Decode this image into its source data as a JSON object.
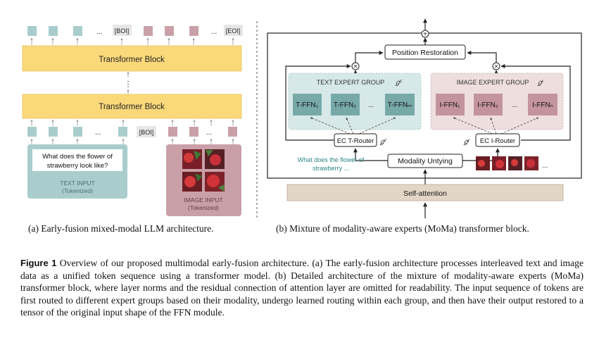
{
  "left": {
    "bottom_boi": "[BOI]",
    "top_boi": "[BOI]",
    "top_eoi": "[EOI]",
    "ellipsis": "...",
    "tblock_upper": "Transformer Block",
    "tblock_lower": "Transformer Block",
    "vdots": "⋮",
    "question_line1": "What does the flower of",
    "question_line2": "strawberry look like?",
    "text_input_line1": "TEXT INPUT",
    "text_input_line2": "(Tokenized)",
    "image_input_line1": "IMAGE INPUT",
    "image_input_line2": "(Tokenized)",
    "caption": "(a) Early-fusion mixed-modal LLM architecture."
  },
  "right": {
    "plus_symbol": "+",
    "times_symbol": "×",
    "position_restoration": "Position Restoration",
    "text_group_title": "TEXT EXPERT GROUP",
    "text_group_symbol": "𝑔ᵀ",
    "image_group_title": "IMAGE EXPERT GROUP",
    "image_group_symbol": "𝑔ᴵ",
    "tffn1": "T-FFN₁",
    "tffn2": "T-FFN₂",
    "tffnm": "T-FFNₘ",
    "iffn1": "I-FFN₁",
    "iffn2": "I-FFN₂",
    "iffnn": "I-FFNₙ",
    "ellipsis": "...",
    "t_router": "EC T-Router",
    "i_router": "EC I-Router",
    "t_router_symbol": "𝑔ᵀ",
    "i_router_symbol": "𝑔ᴵ",
    "text_query_line1": "What does the flower of",
    "text_query_line2": "strawberry ...",
    "modality_untying": "Modality Untying",
    "self_attention": "Self-attention",
    "caption": "(b) Mixture of modality-aware experts (MoMa) transformer block."
  },
  "figure_caption": {
    "lead": "Figure 1",
    "text": "Overview of our proposed multimodal early-fusion architecture. (a) The early-fusion architecture processes interleaved text and image data as a unified token sequence using a transformer model. (b) Detailed architecture of the mixture of modality-aware experts (MoMa) transformer block, where layer norms and the residual connection of attention layer are omitted for readability. The input sequence of tokens are first routed to different expert groups based on their modality, undergo learned routing within each group, and then have their output restored to a tensor of the original input shape of the FFN module."
  },
  "colors": {
    "text_token": "#a9cdcd",
    "image_token": "#c9a0a8",
    "transformer_block": "#fbd97a",
    "text_input_box": "#a9cdcd",
    "image_input_box": "#c9a0a8",
    "text_group_bg": "#d7e8e8",
    "image_group_bg": "#efdede",
    "t_ffn": "#77a9a9",
    "i_ffn": "#c4949c",
    "self_attention": "#e2d6c6",
    "text_query": "#2f8585"
  }
}
